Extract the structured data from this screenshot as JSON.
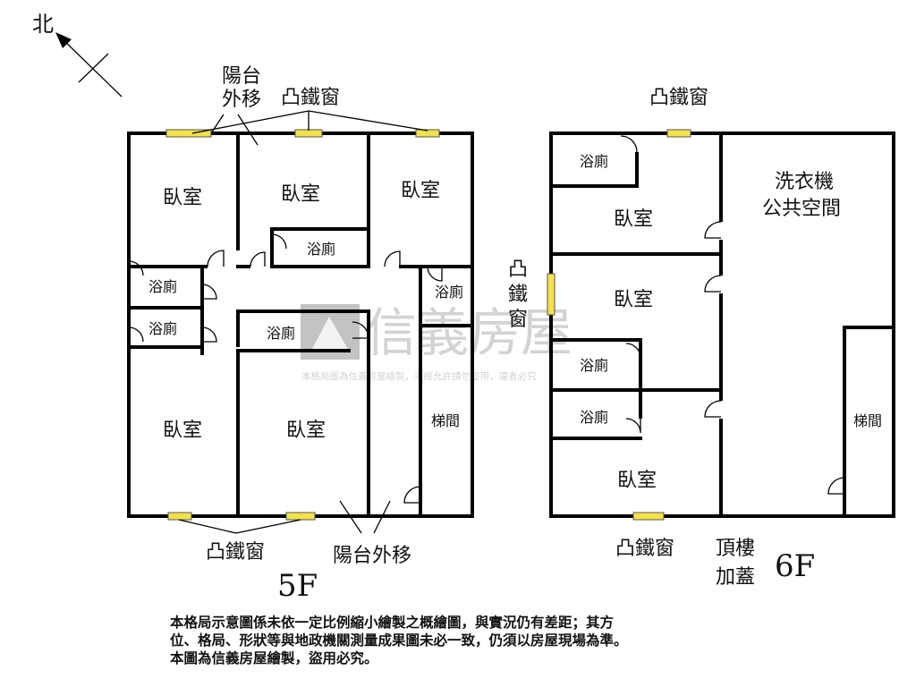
{
  "compass": {
    "label": "北"
  },
  "floor5": {
    "title": "5F",
    "rooms": {
      "bedroom_a": "臥室",
      "bedroom_b": "臥室",
      "bedroom_c": "臥室",
      "bedroom_d": "臥室",
      "bedroom_e": "臥室",
      "bath_a": "浴廁",
      "bath_b": "浴廁",
      "bath_c": "浴廁",
      "bath_d": "浴廁",
      "bath_e": "浴廁",
      "stair": "梯間"
    },
    "callouts": {
      "balcony_top_1": "陽台",
      "balcony_top_2": "外移",
      "window_top": "凸鐵窗",
      "window_bottom": "凸鐵窗",
      "balcony_bottom": "陽台外移"
    }
  },
  "floor6": {
    "title": "6F",
    "rooms": {
      "bath_a": "浴廁",
      "bath_b": "浴廁",
      "bath_c": "浴廁",
      "bedroom_a": "臥室",
      "bedroom_b": "臥室",
      "bedroom_c": "臥室",
      "laundry_1": "洗衣機",
      "laundry_2": "公共空間",
      "stair": "梯間"
    },
    "callouts": {
      "window_top": "凸鐵窗",
      "window_side_1": "凸",
      "window_side_2": "鐵",
      "window_side_3": "窗",
      "window_bottom": "凸鐵窗",
      "rooftop_1": "頂樓",
      "rooftop_2": "加蓋"
    }
  },
  "watermark": {
    "brand": "信義房屋",
    "notice": "本格局圖為信義房屋繪製，未經允許請勿盜用，違者必究"
  },
  "disclaimer": [
    "本格局示意圖係未依一定比例縮小繪製之概繪圖，與實況仍有差距；其方",
    "位、格局、形狀等與地政機關測量成果圖未必一致，仍須以房屋現場為準。",
    "本圖為信義房屋繪製，盜用必究。"
  ],
  "colors": {
    "wall": "#000000",
    "window": "#f3e24a",
    "watermark": "#cfcfcf"
  }
}
